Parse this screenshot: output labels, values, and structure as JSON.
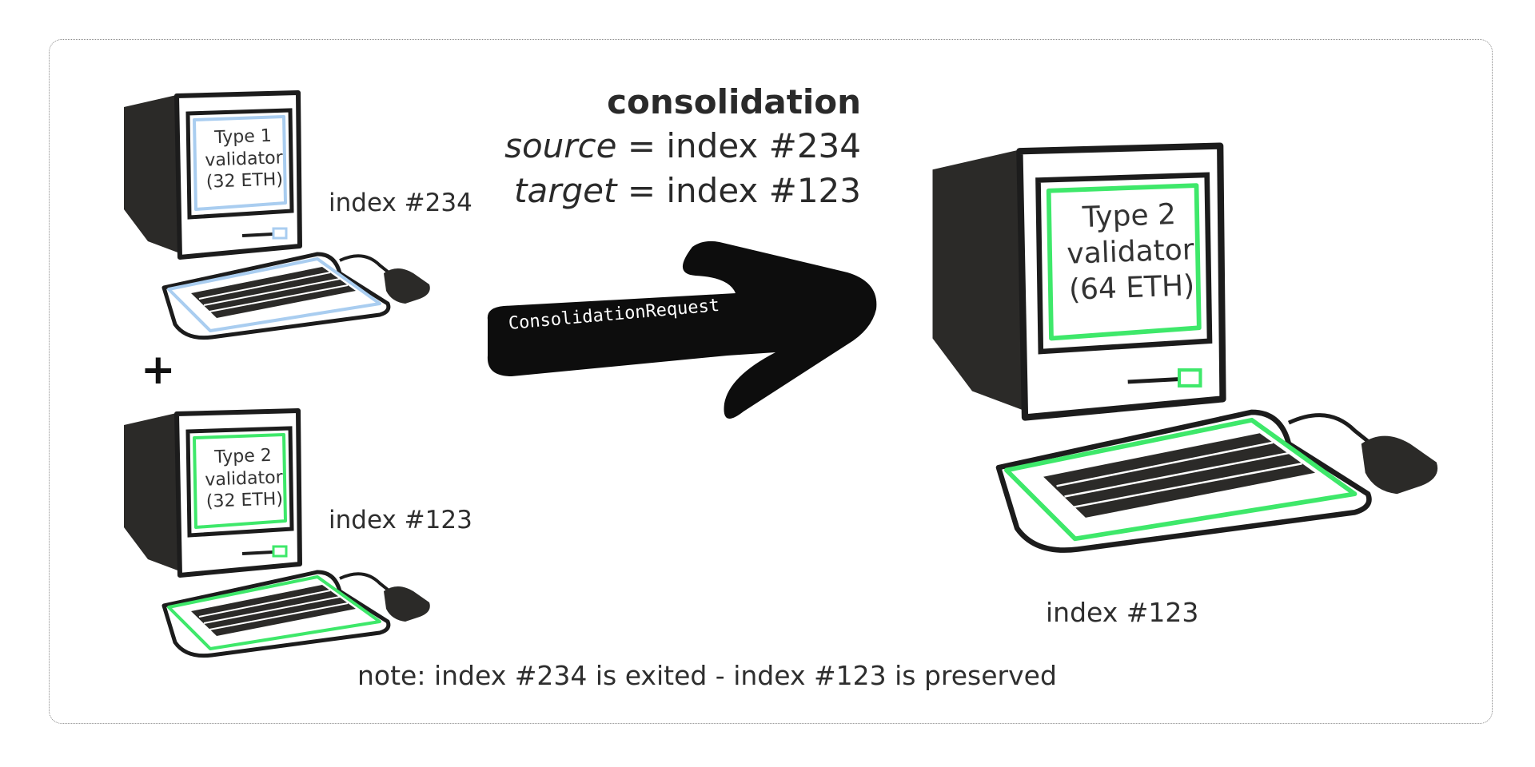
{
  "consolidation": {
    "title": "consolidation",
    "source_label": "source",
    "source_value": " = index #234",
    "target_label": "target",
    "target_value": " = index #123"
  },
  "arrow": {
    "label": "ConsolidationRequest"
  },
  "computers": {
    "source": {
      "screen_line1": "Type 1",
      "screen_line2": "validator",
      "screen_line3": "(32 ETH)",
      "index_label": "index #234",
      "accent": "#a9cdf0"
    },
    "target": {
      "screen_line1": "Type 2",
      "screen_line2": "validator",
      "screen_line3": "(32 ETH)",
      "index_label": "index #123",
      "accent": "#3ee86a"
    },
    "result": {
      "screen_line1": "Type 2",
      "screen_line2": "validator",
      "screen_line3": "(64 ETH)",
      "index_label": "index #123",
      "accent": "#3ee86a"
    }
  },
  "plus_sign": "+",
  "note": "note: index #234 is exited - index #123 is preserved"
}
